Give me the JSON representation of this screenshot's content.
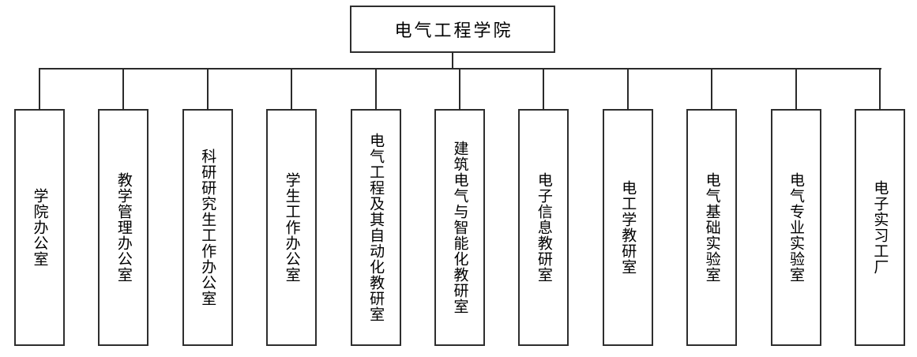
{
  "root": {
    "label": "电气工程学院"
  },
  "departments": [
    {
      "label": "学院办公室"
    },
    {
      "label": "教学管理办公室"
    },
    {
      "label": "科研研究生工作办公室"
    },
    {
      "label": "学生工作办公室"
    },
    {
      "label": "电气工程及其自动化教研室"
    },
    {
      "label": "建筑电气与智能化教研室"
    },
    {
      "label": "电子信息教研室"
    },
    {
      "label": "电工学教研室"
    },
    {
      "label": "电气基础实验室"
    },
    {
      "label": "电气专业实验室"
    },
    {
      "label": "电子实习工厂"
    }
  ],
  "colors": {
    "background": "#ffffff",
    "border": "#2e2e2e",
    "line": "#2a2a2a",
    "text": "#000000"
  }
}
